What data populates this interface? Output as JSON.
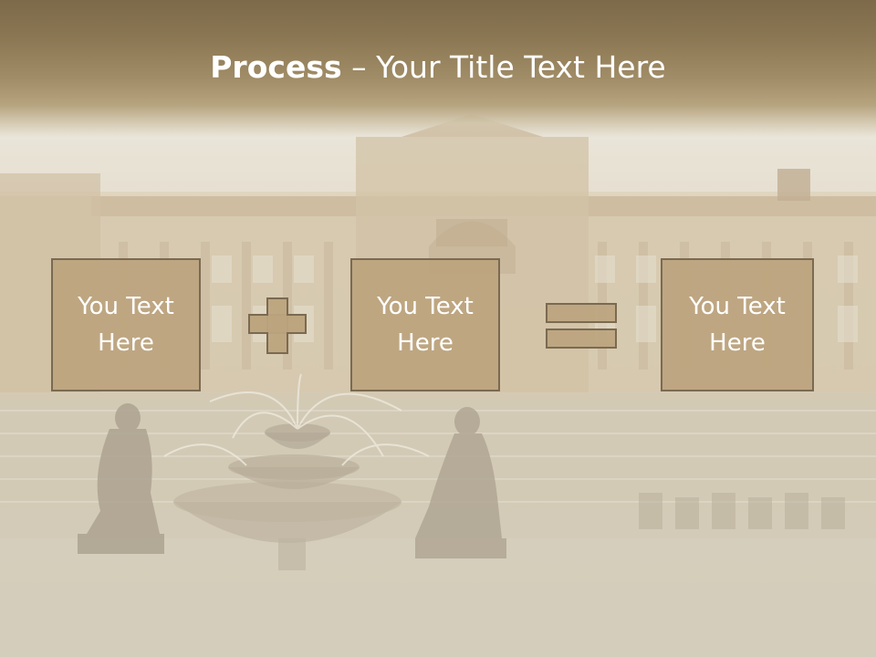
{
  "slide": {
    "title_bold": "Process",
    "title_rest": " – Your Title Text Here"
  },
  "process": {
    "boxes": [
      {
        "line1": "You Text",
        "line2": "Here"
      },
      {
        "line1": "You Text",
        "line2": "Here"
      },
      {
        "line1": "You Text",
        "line2": "Here"
      }
    ],
    "operators": [
      "plus-icon",
      "equals-icon"
    ]
  },
  "colors": {
    "header": "#8a7652",
    "box_fill": "#bca47e",
    "box_border": "#7a6a52",
    "text": "#ffffff"
  }
}
